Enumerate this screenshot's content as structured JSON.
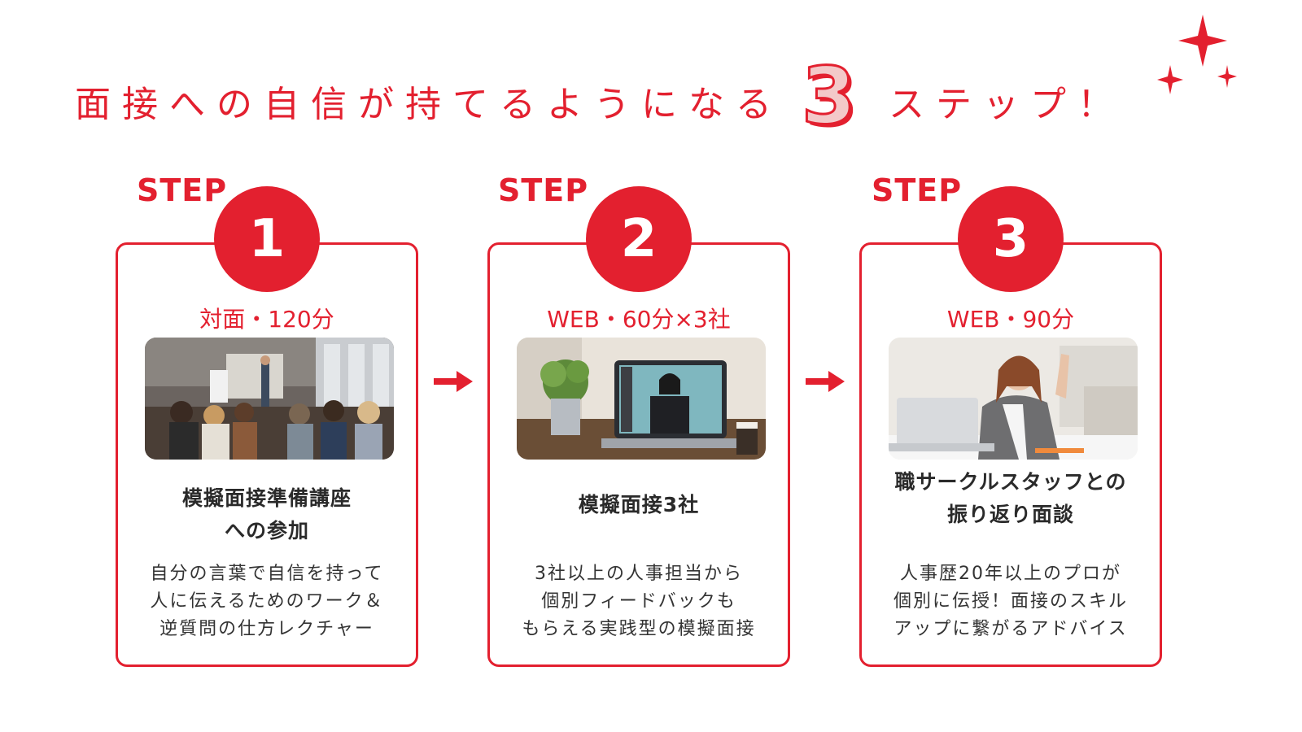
{
  "headline": {
    "lead": "面接への自信が持てるようになる",
    "number": "3",
    "tail": "ステップ！"
  },
  "colors": {
    "accent": "#e3202f",
    "text": "#2a2a2a"
  },
  "steps": [
    {
      "label": "STEP",
      "number": "1",
      "format": "対面・120分",
      "image": "seminar-audience-photo",
      "title_lines": [
        "模擬面接準備講座",
        "への参加"
      ],
      "desc_lines": [
        "自分の言葉で自信を持って",
        "人に伝えるためのワーク＆",
        "逆質問の仕方レクチャー"
      ]
    },
    {
      "label": "STEP",
      "number": "2",
      "format": "WEB・60分×3社",
      "image": "online-interview-laptop-photo",
      "title_lines": [
        "模擬面接3社"
      ],
      "desc_lines": [
        "3社以上の人事担当から",
        "個別フィードバックも",
        "もらえる実践型の模擬面接"
      ]
    },
    {
      "label": "STEP",
      "number": "3",
      "format": "WEB・90分",
      "image": "woman-waving-laptop-photo",
      "title_lines": [
        "職サークルスタッフとの",
        "振り返り面談"
      ],
      "desc_lines": [
        "人事歴20年以上のプロが",
        "個別に伝授！面接のスキル",
        "アップに繋がるアドバイス"
      ]
    }
  ],
  "icons": {
    "arrow": "arrow-right-icon",
    "sparkle": "sparkle-icon"
  }
}
